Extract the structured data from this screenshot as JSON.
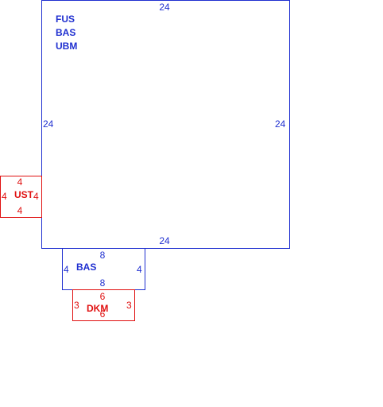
{
  "colors": {
    "blue": "#1f2fd0",
    "red": "#e01010",
    "background": "#ffffff"
  },
  "main_room": {
    "labels": [
      "FUS",
      "BAS",
      "UBM"
    ],
    "dim_top": "24",
    "dim_left": "24",
    "dim_right": "24",
    "dim_bottom": "24"
  },
  "ust_box": {
    "label": "UST",
    "dim_top": "4",
    "dim_left": "4",
    "dim_right": "4",
    "dim_bottom": "4"
  },
  "bas_box": {
    "label": "BAS",
    "dim_top": "8",
    "dim_left": "4",
    "dim_right": "4",
    "dim_bottom": "8"
  },
  "dkm_box": {
    "label": "DKM",
    "dim_top": "6",
    "dim_left": "3",
    "dim_right": "3",
    "dim_bottom": "6"
  }
}
